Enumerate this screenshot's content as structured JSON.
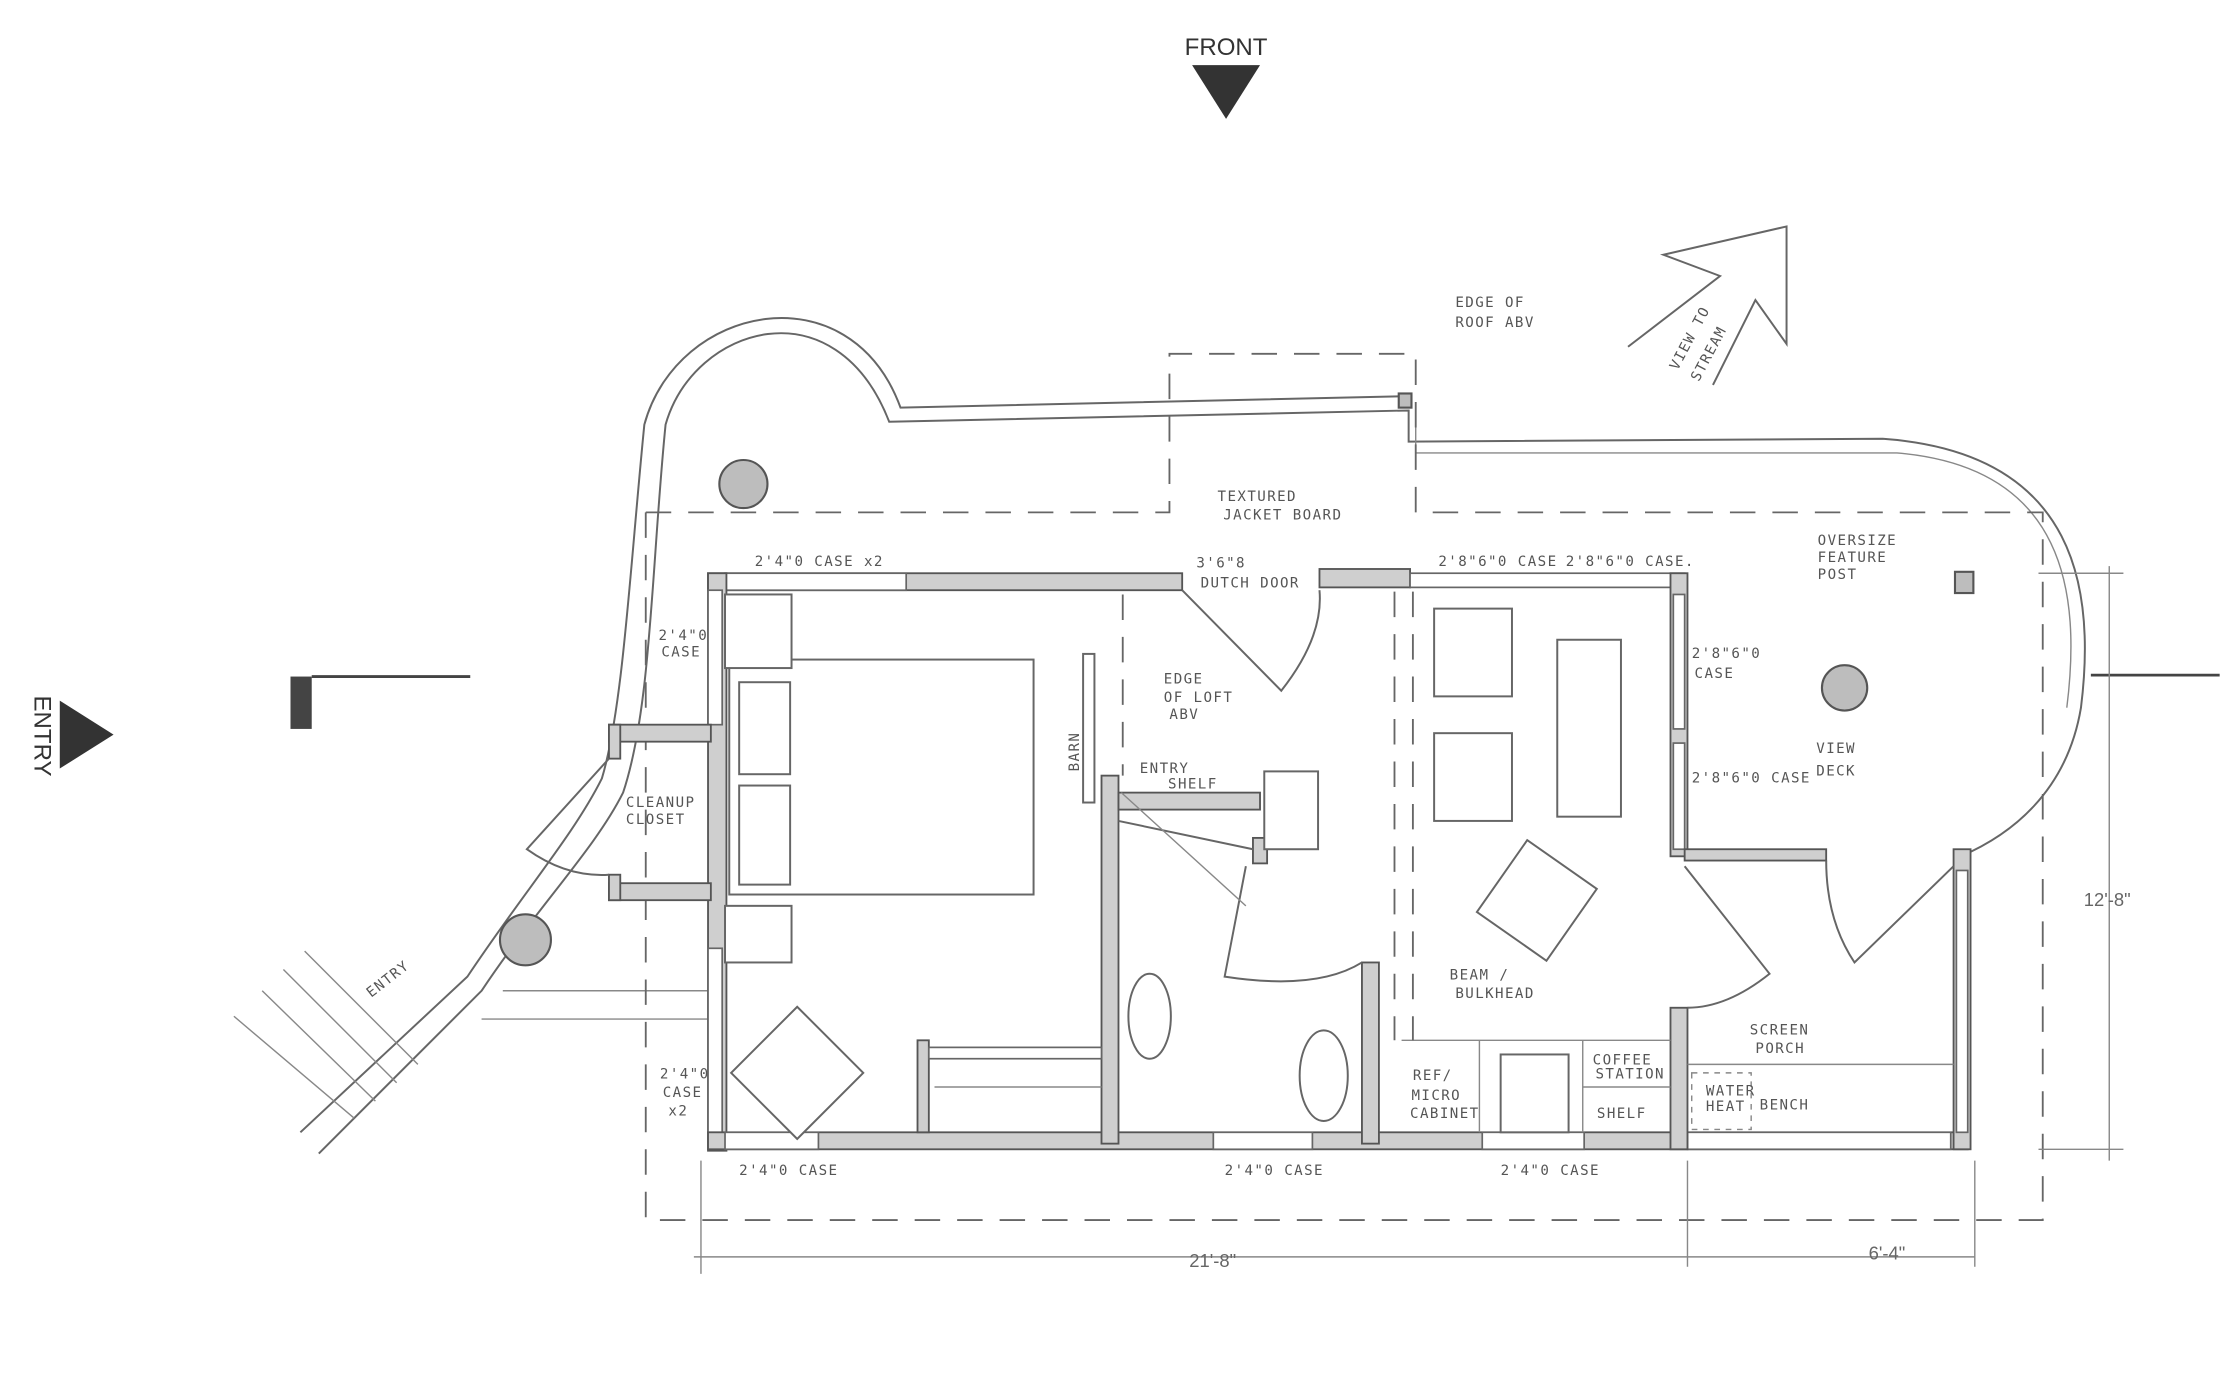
{
  "markers": {
    "front": "FRONT",
    "entry": "ENTRY"
  },
  "labels": {
    "edge_roof": [
      "EDGE OF",
      "ROOF ABV"
    ],
    "view_stream": [
      "VIEW TO",
      "STREAM"
    ],
    "textured": [
      "TEXTURED",
      "JACKET BOARD"
    ],
    "dutch_door": [
      "3'6\"8",
      "DUTCH DOOR"
    ],
    "case_top_left": "2'4\"0 CASE x2",
    "case_top_mid1": "2'8\"6\"0 CASE",
    "case_top_mid2": "2'8\"6\"0 CASE.",
    "oversize_post": [
      "OVERSIZE",
      "FEATURE",
      "POST"
    ],
    "case_left_upper": [
      "2'4\"0",
      "CASE"
    ],
    "edge_loft": [
      "EDGE",
      "OF LOFT",
      "ABV"
    ],
    "barn": "BARN",
    "entry_shelf": [
      "ENTRY",
      "SHELF"
    ],
    "case_right_upper": [
      "2'8\"6\"0",
      "CASE"
    ],
    "case_right_lower": "2'8\"6\"0 CASE",
    "view_deck": [
      "VIEW",
      "DECK"
    ],
    "cleanup_closet": [
      "CLEANUP",
      "CLOSET"
    ],
    "entry_path": "ENTRY",
    "beam": [
      "BEAM /",
      "BULKHEAD"
    ],
    "screen_porch": [
      "SCREEN",
      "PORCH"
    ],
    "case_left_lower": [
      "2'4\"0",
      "CASE",
      "x2"
    ],
    "ref_micro": [
      "REF/",
      "MICRO",
      "CABINET"
    ],
    "coffee": [
      "COFFEE",
      "STATION"
    ],
    "shelf": "SHELF",
    "water_heat": [
      "WATER",
      "HEAT"
    ],
    "bench": "BENCH",
    "case_bottom_left": "2'4\"0 CASE",
    "case_bottom_mid": "2'4\"0 CASE",
    "case_bottom_right": "2'4\"0 CASE",
    "dim_width": "21'-8\"",
    "dim_porch": "6'-4\"",
    "dim_depth": "12'-8\""
  }
}
